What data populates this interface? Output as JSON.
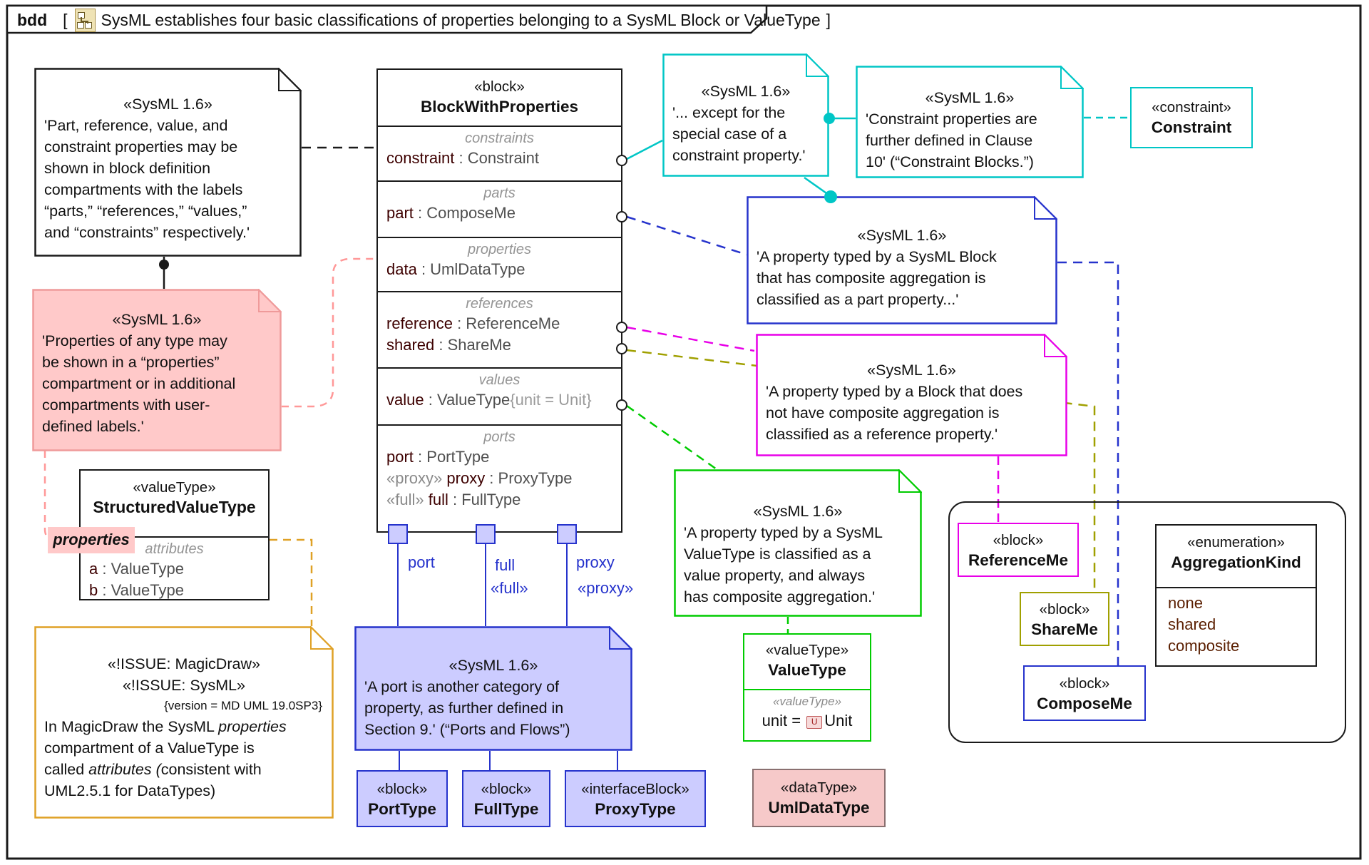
{
  "frame": {
    "keyword": "bdd",
    "open": "[",
    "close": "]",
    "title": "SysML establishes four basic classifications of properties belonging to a SysML Block or ValueType"
  },
  "colors": {
    "black": "#1a1a1a",
    "cyan": "#00c6c6",
    "blue": "#2633cc",
    "lavender": "#ccccff",
    "magenta": "#e800e8",
    "green": "#00cc00",
    "olive": "#a0a000",
    "orange": "#dfa126",
    "pink_fill": "#ffc9c9",
    "pink_border": "#ef9a9a",
    "pink_dash": "#ff9898",
    "name_maroon": "#3d0000",
    "type_gray": "#4f4f4f",
    "label_gray": "#949494",
    "stereo_gray": "#8a8a8a",
    "enum_literal": "#5a1e00",
    "datatype_fill": "#f6c9c9",
    "datatype_border": "#8a7070",
    "white": "#ffffff"
  },
  "misc": {
    "sep": " : "
  },
  "notes": {
    "labels_note": {
      "stereotype": "«SysML 1.6»",
      "lines": [
        "'Part, reference, value, and",
        "constraint properties may be",
        "shown in block definition",
        "compartments with the labels",
        "“parts,” “references,” “values,”",
        "and “constraints” respectively.'"
      ]
    },
    "properties_note": {
      "stereotype": "«SysML 1.6»",
      "lines": [
        "'Properties of any type may",
        "be shown in a “properties”",
        "compartment or in additional",
        "compartments with user-",
        "defined labels.'"
      ]
    },
    "except_note": {
      "stereotype": "«SysML 1.6»",
      "lines": [
        "'... except for the",
        "special case of a",
        "constraint property.'"
      ]
    },
    "clause_note": {
      "stereotype": "«SysML 1.6»",
      "lines": [
        "'Constraint properties are",
        "further defined in Clause",
        "10' (“Constraint Blocks.”)"
      ]
    },
    "part_note": {
      "stereotype": "«SysML 1.6»",
      "lines": [
        "'A property typed by a SysML Block",
        "that has composite aggregation is",
        "classified as a part property...'"
      ]
    },
    "reference_note": {
      "stereotype": "«SysML 1.6»",
      "lines": [
        "'A property typed by a Block that does",
        "not have composite aggregation is",
        "classified as a reference property.'"
      ]
    },
    "value_note": {
      "stereotype": "«SysML 1.6»",
      "lines": [
        "'A property typed by a SysML",
        "ValueType is classified as a",
        "value property, and always",
        "has composite aggregation.'"
      ]
    },
    "port_note": {
      "stereotype": "«SysML 1.6»",
      "lines": [
        "'A port is another category of",
        "property, as further defined in",
        "Section 9.' (“Ports and Flows”)"
      ]
    },
    "issue_note": {
      "stereotype1": "«!ISSUE: MagicDraw»",
      "stereotype2": "«!ISSUE: SysML»",
      "version": "{version = MD UML 19.0SP3}",
      "rich": [
        [
          {
            "t": "In MagicDraw the SysML ",
            "i": false
          },
          {
            "t": "properties",
            "i": true
          }
        ],
        [
          {
            "t": "compartment of a ValueType is",
            "i": false
          }
        ],
        [
          {
            "t": "called ",
            "i": false
          },
          {
            "t": "attributes (",
            "i": true
          },
          {
            "t": "consistent with",
            "i": false
          }
        ],
        [
          {
            "t": "UML2.5.1 for DataTypes)",
            "i": false
          }
        ]
      ]
    }
  },
  "main_block": {
    "stereotype": "«block»",
    "name": "BlockWithProperties",
    "compartments": [
      {
        "label": "constraints",
        "rows": [
          {
            "name": "constraint",
            "type": "Constraint"
          }
        ]
      },
      {
        "label": "parts",
        "rows": [
          {
            "name": "part",
            "type": "ComposeMe"
          }
        ]
      },
      {
        "label": "properties",
        "rows": [
          {
            "name": "data",
            "type": "UmlDataType"
          }
        ]
      },
      {
        "label": "references",
        "rows": [
          {
            "name": "reference",
            "type": "ReferenceMe"
          },
          {
            "name": "shared",
            "type": "ShareMe"
          }
        ]
      },
      {
        "label": "values",
        "rows": [
          {
            "name": "value",
            "type": "ValueType",
            "suffix": "{unit = Unit}"
          }
        ]
      },
      {
        "label": "ports",
        "rows": [
          {
            "name": "port",
            "type": "PortType"
          },
          {
            "stereo": "«proxy» ",
            "name": "proxy",
            "type": "ProxyType"
          },
          {
            "stereo": "«full» ",
            "name": "full",
            "type": "FullType"
          }
        ]
      }
    ]
  },
  "port_labels": {
    "port": "port",
    "full": "full",
    "proxy": "proxy",
    "full_stereo": "«full»",
    "proxy_stereo": "«proxy»"
  },
  "blocks": {
    "constraint": {
      "stereotype": "«constraint»",
      "name": "Constraint"
    },
    "svt": {
      "stereotype": "«valueType»",
      "name": "StructuredValueType",
      "highlight": "properties",
      "attr_label": "attributes",
      "rows": [
        {
          "name": "a",
          "type": "ValueType"
        },
        {
          "name": "b",
          "type": "ValueType"
        }
      ]
    },
    "port_type": {
      "stereotype": "«block»",
      "name": "PortType"
    },
    "full_type": {
      "stereotype": "«block»",
      "name": "FullType"
    },
    "proxy_type": {
      "stereotype": "«interfaceBlock»",
      "name": "ProxyType"
    },
    "value_type": {
      "stereotype": "«valueType»",
      "name": "ValueType",
      "sub_stereotype": "«valueType»",
      "unit_prefix": "unit = ",
      "unit_icon": "U",
      "unit_name": "Unit"
    },
    "uml_data_type": {
      "stereotype": "«dataType»",
      "name": "UmlDataType"
    },
    "reference_me": {
      "stereotype": "«block»",
      "name": "ReferenceMe"
    },
    "share_me": {
      "stereotype": "«block»",
      "name": "ShareMe"
    },
    "compose_me": {
      "stereotype": "«block»",
      "name": "ComposeMe"
    },
    "aggregation_kind": {
      "stereotype": "«enumeration»",
      "name": "AggregationKind",
      "literals": [
        "none",
        "shared",
        "composite"
      ]
    }
  }
}
